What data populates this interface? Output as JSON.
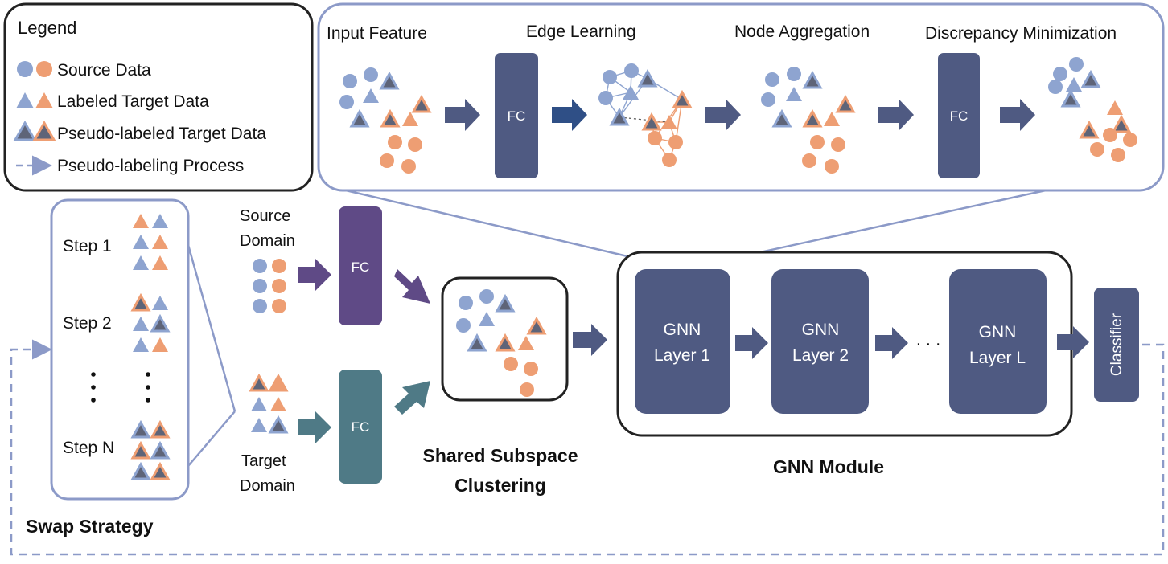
{
  "legend": {
    "title": "Legend",
    "items": [
      {
        "label": "Source Data"
      },
      {
        "label": "Labeled Target Data"
      },
      {
        "label": "Pseudo-labeled Target Data"
      },
      {
        "label": "Pseudo-labeling Process"
      }
    ]
  },
  "top_panel": {
    "stages": [
      "Input Feature",
      "Edge Learning",
      "Node Aggregation",
      "Discrepancy Minimization"
    ],
    "fc_label": "FC"
  },
  "swap": {
    "steps": [
      "Step 1",
      "Step 2",
      "Step N"
    ],
    "ellipsis": ":",
    "title": "Swap Strategy"
  },
  "domains": {
    "source": [
      "Source",
      "Domain"
    ],
    "target": [
      "Target",
      "Domain"
    ],
    "fc_label": "FC"
  },
  "subspace": {
    "title": [
      "Shared Subspace",
      "Clustering"
    ]
  },
  "gnn": {
    "layers": [
      [
        "GNN",
        "Layer 1"
      ],
      [
        "GNN",
        "Layer 2"
      ],
      [
        "GNN",
        "Layer L"
      ]
    ],
    "ellipsis": "· · ·",
    "title": "GNN Module"
  },
  "classifier": {
    "label": "Classifier"
  },
  "colors": {
    "source": "#8ea4d0",
    "target": "#ee9e73",
    "pseudo": "#5e6478",
    "box_blue": "#4f5a82",
    "box_purple": "#5f4a86",
    "box_teal": "#4f7a86",
    "arrow_blue": "#4f5a82",
    "frame": "#8c9ac8"
  }
}
